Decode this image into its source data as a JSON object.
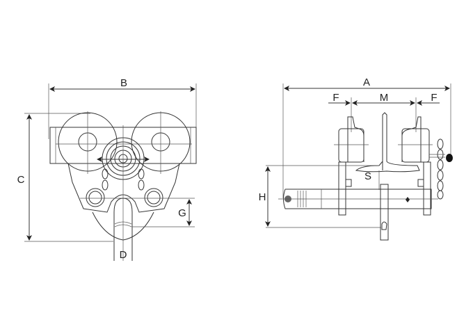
{
  "title": "Trolley dimension drawing",
  "front_view": {
    "labels": {
      "width": "B",
      "height": "C",
      "flange_slot": "D",
      "lower_height": "G"
    }
  },
  "side_view": {
    "labels": {
      "overall_width": "A",
      "wheel_clearance_left": "F",
      "flange_range": "M",
      "wheel_clearance_right": "F",
      "spacer": "S",
      "beam_to_hook": "H"
    }
  },
  "colors": {
    "line": "#333333",
    "background": "#ffffff"
  }
}
